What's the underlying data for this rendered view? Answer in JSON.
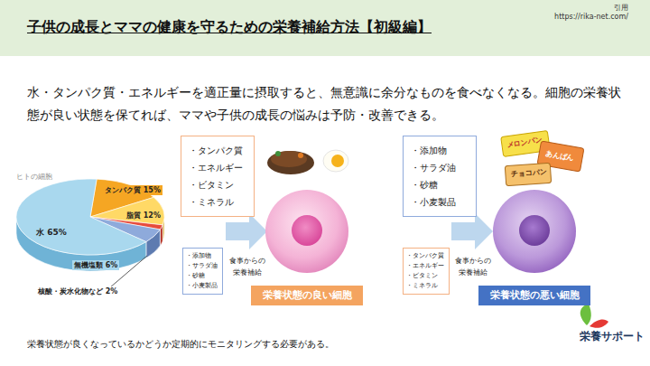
{
  "diagram": {
    "title": "子供の成長とママの健康を守るための栄養補給方法【初級編】",
    "nodes": [
      {
        "text": [
          "・タンパク質",
          "・エネルギー",
          "・ビタミン",
          "・ミネラル"
        ]
      },
      {
        "text": [
          "・添加物",
          "・サラダ油",
          "・砂糖",
          "・小麦製品"
        ]
      },
      {
        "text": [
          "栄養状態の良い細胞"
        ]
      },
      {
        "text": [
          "・添加物",
          "・サラダ油",
          "・砂糖",
          "・小麦製品"
        ]
      },
      {
        "text": [
          "・タンパク質",
          "・エネルギー",
          "・ビタミン",
          "・ミネラル"
        ]
      },
      {
        "text": [
          "栄養状態の悪い細胞"
        ]
      }
    ],
    "labels": [
      "引用",
      "https://rika-net.com/",
      "水・タンパク質・エネルギーを適正量に摂取すると、無意識に余分なものを食べなくなる。細胞の栄養状態が良い状態を保てれば、ママや子供の成長の悩みは予防・改善できる。",
      "ヒトの細胞",
      "タンパク質 15%",
      "脂質 12%",
      "水 65%",
      "無機塩類 6%",
      "核酸・炭水化物など 2%",
      "食事からの 栄養補給",
      "食事からの 栄養補給",
      "メロンパン",
      "あんぱん",
      "チョコパン",
      "栄養状態が良くなっているかどうか定期的にモニタリングする必要がある。",
      "栄養サポート"
    ]
  }
}
